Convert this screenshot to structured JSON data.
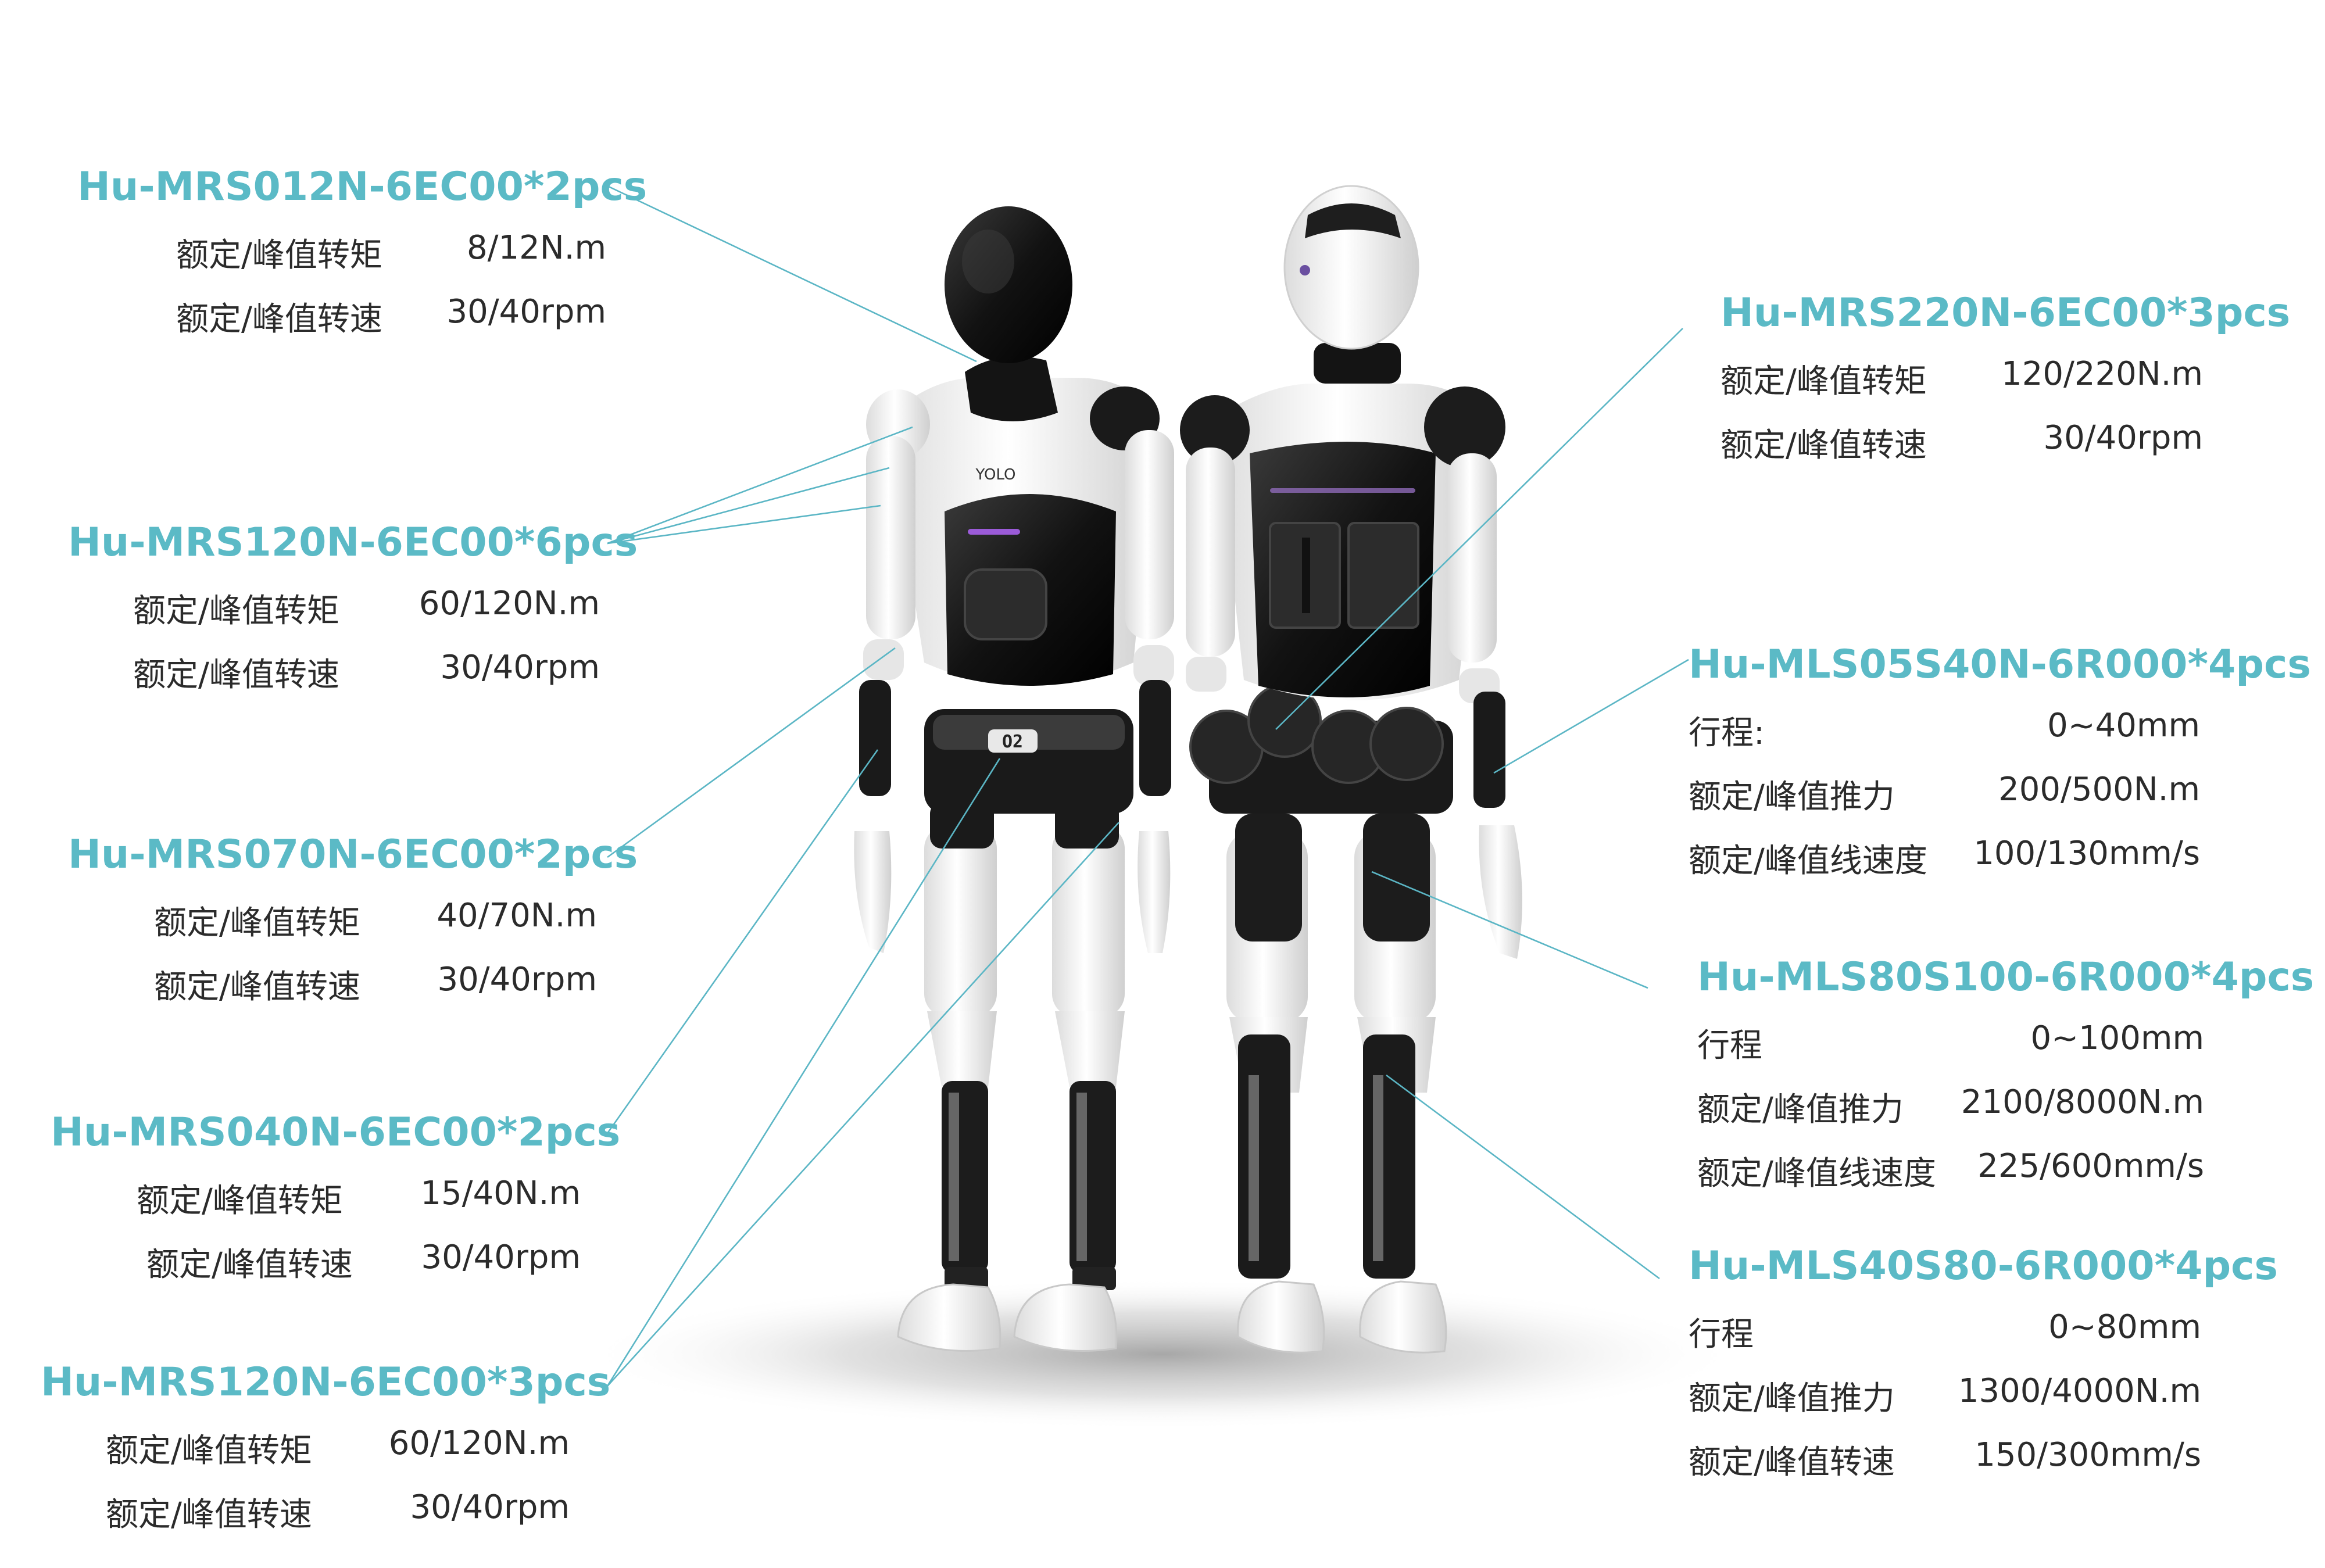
{
  "colors": {
    "accent": "#5bbac6",
    "text": "#2b2b2b",
    "leader": "#5bb6c5"
  },
  "labels": {
    "torque": "额定/峰值转矩",
    "speed": "额定/峰值转速",
    "thrust": "额定/峰值推力",
    "linear_speed": "额定/峰值线速度",
    "stroke_colon": "行程:",
    "stroke": "行程"
  },
  "robot_badges": {
    "chest": "YOLO",
    "hip": "O2"
  },
  "motors": [
    {
      "model": "Hu-MRS012N-6EC00*2pcs",
      "torque": "8/12N.m",
      "speed": "30/40rpm"
    },
    {
      "model": "Hu-MRS120N-6EC00*6pcs",
      "torque": "60/120N.m",
      "speed": "30/40rpm"
    },
    {
      "model": "Hu-MRS070N-6EC00*2pcs",
      "torque": "40/70N.m",
      "speed": "30/40rpm"
    },
    {
      "model": "Hu-MRS040N-6EC00*2pcs",
      "torque": "15/40N.m",
      "speed": "30/40rpm"
    },
    {
      "model": "Hu-MRS120N-6EC00*3pcs",
      "torque": "60/120N.m",
      "speed": "30/40rpm"
    },
    {
      "model": "Hu-MRS220N-6EC00*3pcs",
      "torque": "120/220N.m",
      "speed": "30/40rpm"
    }
  ],
  "actuators": [
    {
      "model": "Hu-MLS05S40N-6R000*4pcs",
      "stroke": "0~40mm",
      "thrust": "200/500N.m",
      "speed": "100/130mm/s"
    },
    {
      "model": "Hu-MLS80S100-6R000*4pcs",
      "stroke": "0~100mm",
      "thrust": "2100/8000N.m",
      "speed": "225/600mm/s"
    },
    {
      "model": "Hu-MLS40S80-6R000*4pcs",
      "stroke": "0~80mm",
      "thrust": "1300/4000N.m",
      "speed": "150/300mm/s"
    }
  ]
}
